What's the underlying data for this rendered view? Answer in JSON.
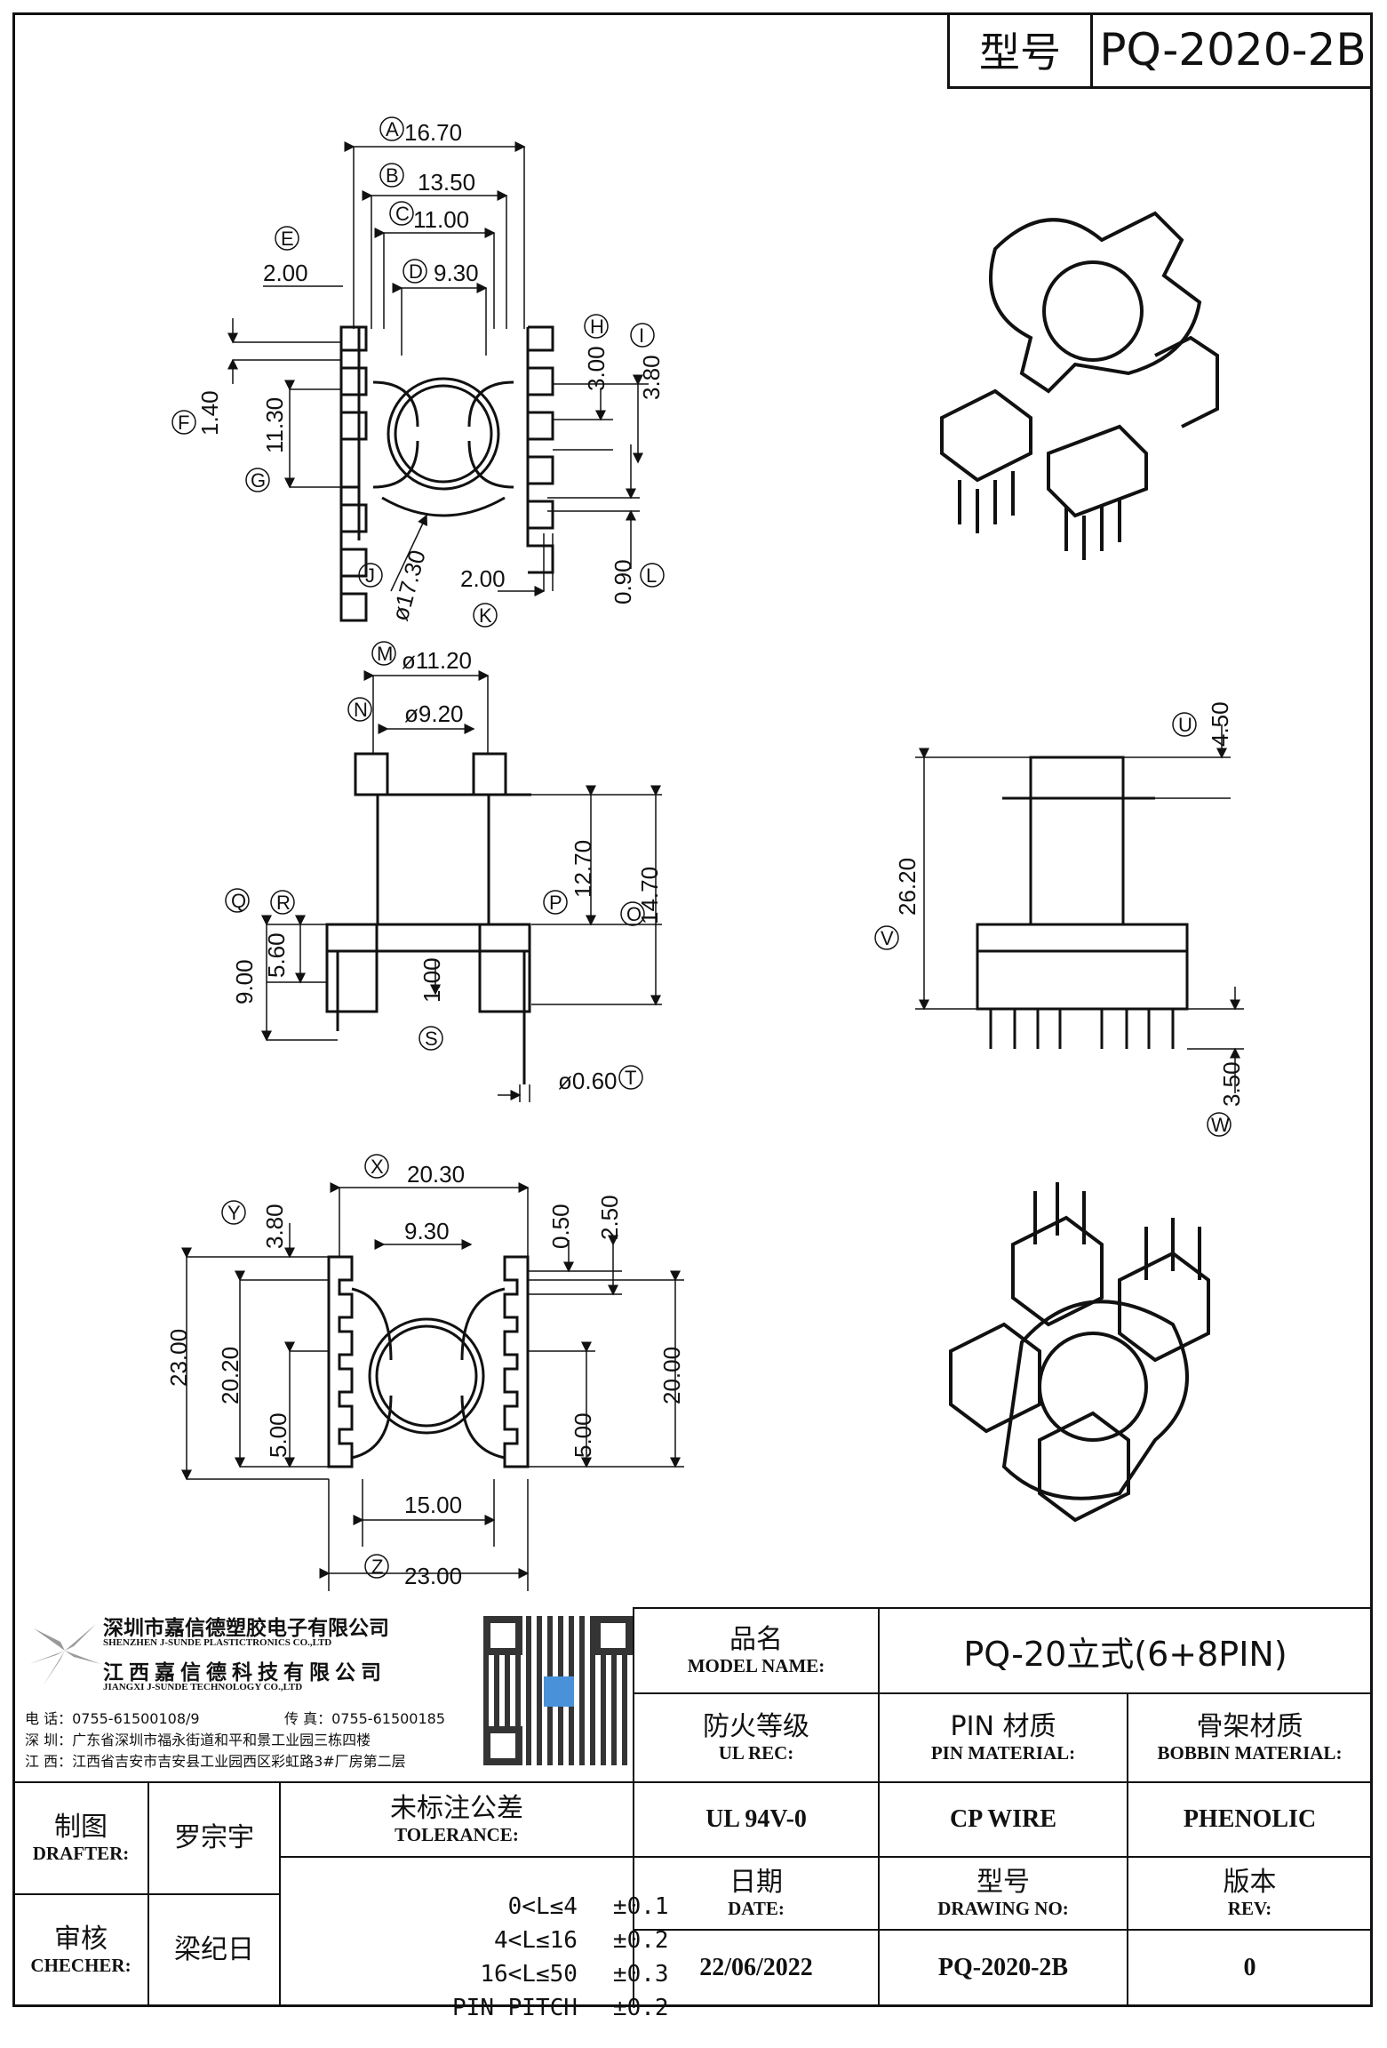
{
  "header": {
    "model_label": "型号",
    "model_value": "PQ-2020-2B"
  },
  "dimensions": {
    "top_view": [
      {
        "tag": "A",
        "value": "16.70"
      },
      {
        "tag": "B",
        "value": "13.50"
      },
      {
        "tag": "C",
        "value": "11.00"
      },
      {
        "tag": "D",
        "value": "9.30"
      },
      {
        "tag": "E",
        "value": "2.00"
      },
      {
        "tag": "F",
        "value": "1.40"
      },
      {
        "tag": "G",
        "value": "11.30"
      },
      {
        "tag": "H",
        "value": "3.00"
      },
      {
        "tag": "I",
        "value": "3.80"
      },
      {
        "tag": "J",
        "value": "ø17.30"
      },
      {
        "tag": "K",
        "value": "2.00"
      },
      {
        "tag": "L",
        "value": "0.90"
      }
    ],
    "front_view": [
      {
        "tag": "M",
        "value": "ø11.20"
      },
      {
        "tag": "N",
        "value": "ø9.20"
      },
      {
        "tag": "O",
        "value": "14.70"
      },
      {
        "tag": "P",
        "value": "12.70"
      },
      {
        "tag": "Q",
        "value": "9.00"
      },
      {
        "tag": "R",
        "value": "5.60"
      },
      {
        "tag": "S",
        "value": "1.00"
      },
      {
        "tag": "T",
        "value": "ø0.60"
      }
    ],
    "side_view": [
      {
        "tag": "U",
        "value": "4.50"
      },
      {
        "tag": "V",
        "value": "26.20"
      },
      {
        "tag": "W",
        "value": "3.50"
      }
    ],
    "bottom_view": [
      {
        "tag": "X",
        "value": "20.30"
      },
      {
        "tag": "Y",
        "value": "3.80"
      },
      {
        "tag": "Z",
        "value": "23.00"
      },
      {
        "tag": "",
        "value": "9.30"
      },
      {
        "tag": "",
        "value": "0.50"
      },
      {
        "tag": "",
        "value": "2.50"
      },
      {
        "tag": "",
        "value": "23.00"
      },
      {
        "tag": "",
        "value": "20.20"
      },
      {
        "tag": "",
        "value": "5.00"
      },
      {
        "tag": "",
        "value": "20.00"
      },
      {
        "tag": "",
        "value": "5.00"
      },
      {
        "tag": "",
        "value": "15.00"
      }
    ]
  },
  "company": {
    "name_sz": "深圳市嘉信德塑胶电子有限公司",
    "name_sz_en": "SHENZHEN J-SUNDE PLASTICTRONICS CO.,LTD",
    "name_jx": "江西嘉信德科技有限公司",
    "name_jx_en": "JIANGXI J-SUNDE TECHNOLOGY CO.,LTD",
    "phone": "电 话：0755-61500108/9",
    "fax": "传 真：0755-61500185",
    "addr_sz": "深 圳：广东省深圳市福永街道和平和景工业园三栋四楼",
    "addr_jx": "江 西：江西省吉安市吉安县工业园西区彩虹路3#厂房第二层"
  },
  "title_block": {
    "product_name_cn": "品名",
    "product_name_en": "MODEL NAME:",
    "product_name_value": "PQ-20立式(6+8PIN)",
    "ul_cn": "防火等级",
    "ul_en": "UL REC:",
    "ul_value": "UL 94V-0",
    "pin_cn": "PIN 材质",
    "pin_en": "PIN MATERIAL:",
    "pin_value": "CP WIRE",
    "bobbin_cn": "骨架材质",
    "bobbin_en": "BOBBIN MATERIAL:",
    "bobbin_value": "PHENOLIC",
    "drafter_cn": "制图",
    "drafter_en": "DRAFTER:",
    "drafter_value": "罗宗宇",
    "checker_cn": "审核",
    "checker_en": "CHECHER:",
    "checker_value": "梁纪日",
    "tolerance_cn": "未标注公差",
    "tolerance_en": "TOLERANCE:",
    "tolerances": [
      {
        "range": "0<L≤4",
        "tol": "±0.1"
      },
      {
        "range": "4<L≤16",
        "tol": "±0.2"
      },
      {
        "range": "16<L≤50",
        "tol": "±0.3"
      },
      {
        "range": "PIN PITCH",
        "tol": "±0.2"
      }
    ],
    "date_cn": "日期",
    "date_en": "DATE:",
    "date_value": "22/06/2022",
    "drawing_cn": "型号",
    "drawing_en": "DRAWING NO:",
    "drawing_value": "PQ-2020-2B",
    "rev_cn": "版本",
    "rev_en": "REV:",
    "rev_value": "0"
  }
}
